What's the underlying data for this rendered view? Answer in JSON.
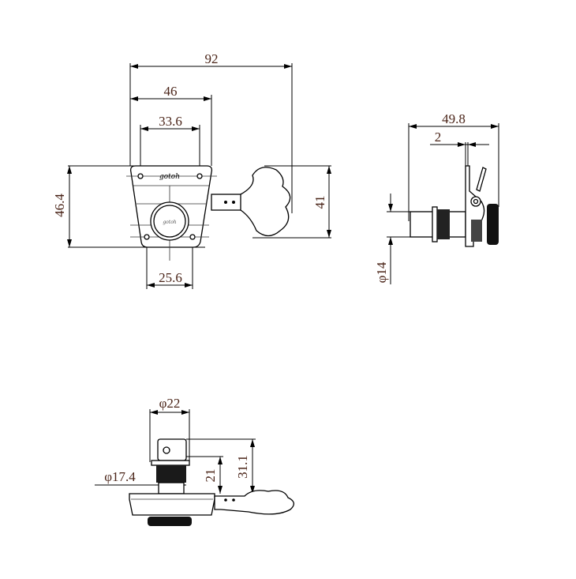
{
  "top_view": {
    "dimensions": {
      "overall_width": "92",
      "plate_width": "46",
      "hole_spacing_top": "33.6",
      "plate_height": "46.4",
      "hole_spacing_bottom": "25.6",
      "button_height": "41"
    },
    "logo_text": "gotoh"
  },
  "side_view": {
    "dimensions": {
      "overall_depth": "49.8",
      "plate_thickness": "2",
      "shaft_diameter": "φ14"
    }
  },
  "bottom_view": {
    "dimensions": {
      "flange_diameter": "φ22",
      "bushing_diameter": "φ17.4",
      "bushing_height": "21",
      "post_height": "31.1"
    }
  },
  "colors": {
    "text": "#4a2418",
    "lines": "#000000"
  }
}
